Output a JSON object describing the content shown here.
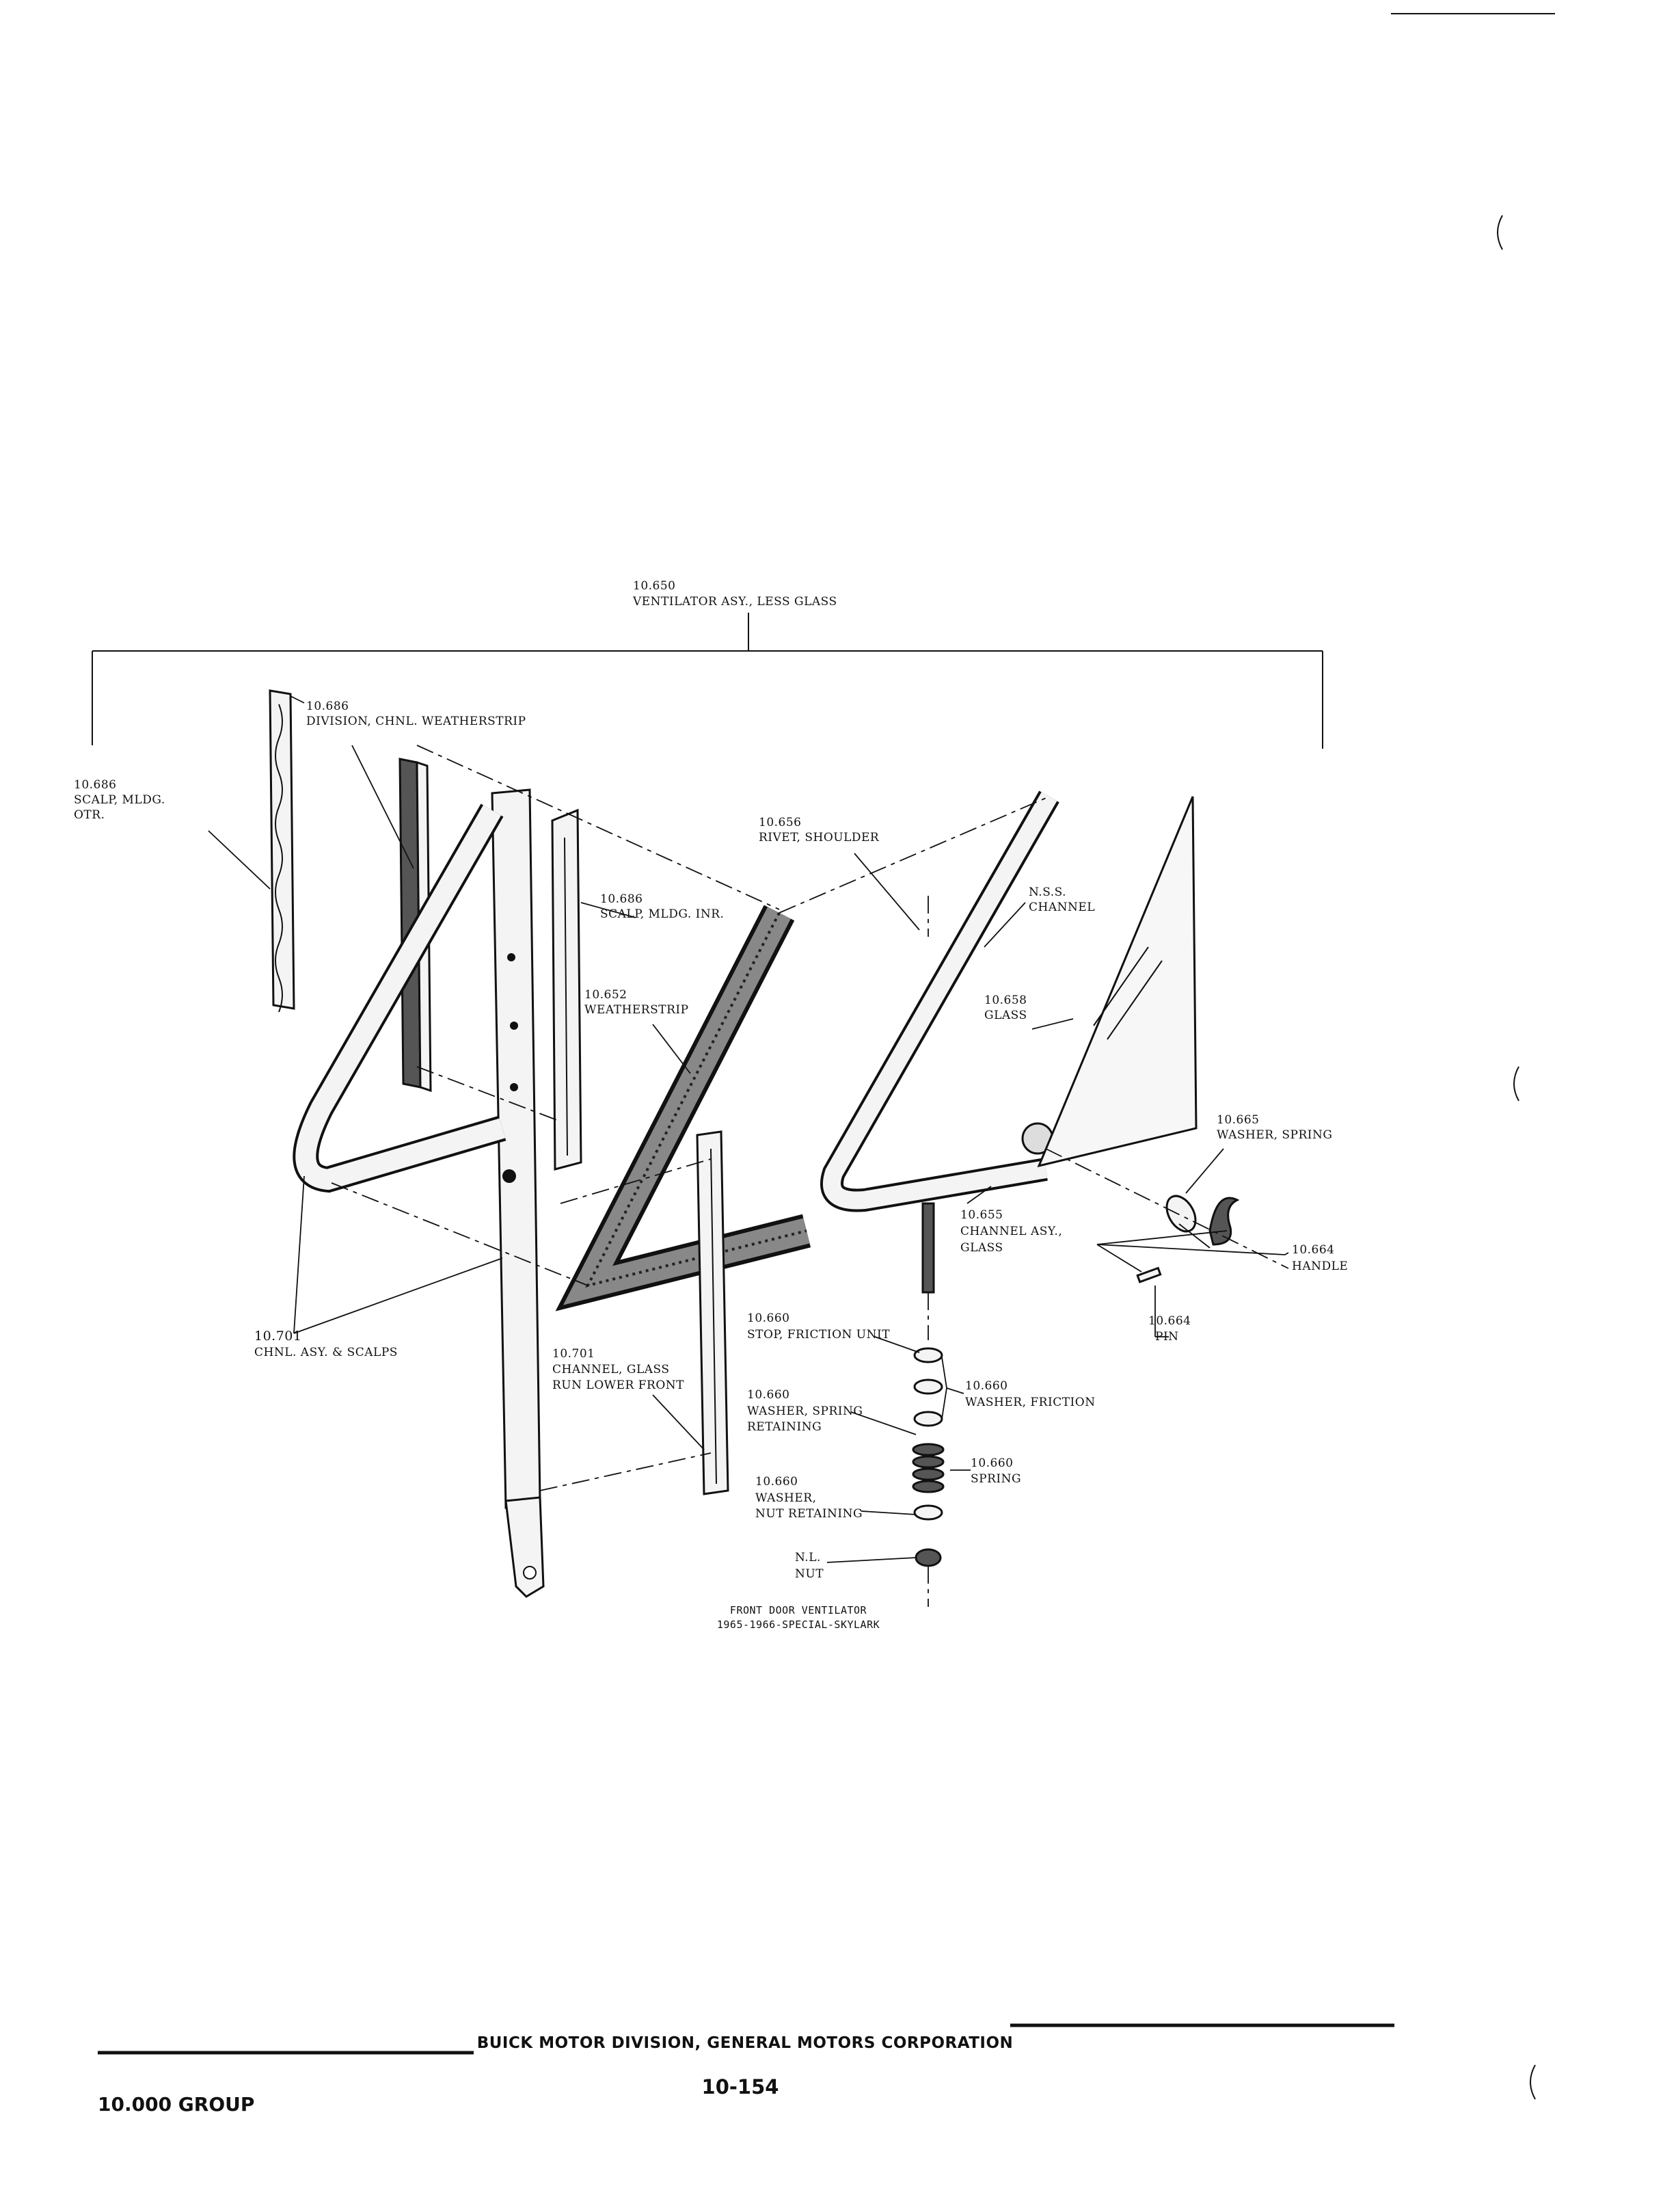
{
  "assembly": {
    "number": "10.650",
    "name": "VENTILATOR ASY., LESS GLASS"
  },
  "callouts": [
    {
      "id": "div-weatherstrip",
      "number": "10.686",
      "name": "DIVISION, CHNL. WEATHERSTRIP"
    },
    {
      "id": "scalp-otr",
      "number": "10.686",
      "line1": "SCALP, MLDG.",
      "line2": "OTR."
    },
    {
      "id": "rivet",
      "number": "10.656",
      "name": "RIVET, SHOULDER"
    },
    {
      "id": "nss-channel",
      "number": "N.S.S.",
      "name": "CHANNEL"
    },
    {
      "id": "scalp-inr",
      "number": "10.686",
      "name": "SCALP, MLDG. INR."
    },
    {
      "id": "weatherstrip",
      "number": "10.652",
      "name": "WEATHERSTRIP"
    },
    {
      "id": "glass",
      "number": "10.658",
      "name": "GLASS"
    },
    {
      "id": "spring-washer",
      "number": "10.665",
      "name": "WASHER, SPRING"
    },
    {
      "id": "channel-asy-glass",
      "number": "10.655",
      "line1": "CHANNEL ASY.,",
      "line2": "GLASS"
    },
    {
      "id": "handle",
      "number": "10.664",
      "name": "HANDLE"
    },
    {
      "id": "pin",
      "number": "10.664",
      "name": "PIN"
    },
    {
      "id": "chnl-asy-scalps",
      "number": "10.701",
      "name": "CHNL. ASY. & SCALPS"
    },
    {
      "id": "glass-run-channel",
      "number": "10.701",
      "line1": "CHANNEL, GLASS",
      "line2": "RUN LOWER FRONT"
    },
    {
      "id": "stop",
      "number": "10.660",
      "name": "STOP, FRICTION UNIT"
    },
    {
      "id": "washer-friction",
      "number": "10.660",
      "name": "WASHER, FRICTION"
    },
    {
      "id": "washer-spring-ret",
      "number": "10.660",
      "line1": "WASHER, SPRING",
      "line2": "RETAINING"
    },
    {
      "id": "spring",
      "number": "10.660",
      "name": "SPRING"
    },
    {
      "id": "washer-nut-ret",
      "number": "10.660",
      "line1": "WASHER,",
      "line2": "NUT RETAINING"
    },
    {
      "id": "nut",
      "number": "N.L.",
      "name": "NUT"
    }
  ],
  "caption": {
    "line1": "FRONT DOOR VENTILATOR",
    "line2": "1965-1966-SPECIAL-SKYLARK"
  },
  "footer": {
    "corporation": "BUICK MOTOR DIVISION, GENERAL MOTORS CORPORATION",
    "page": "10-154",
    "group": "10.000 GROUP"
  }
}
